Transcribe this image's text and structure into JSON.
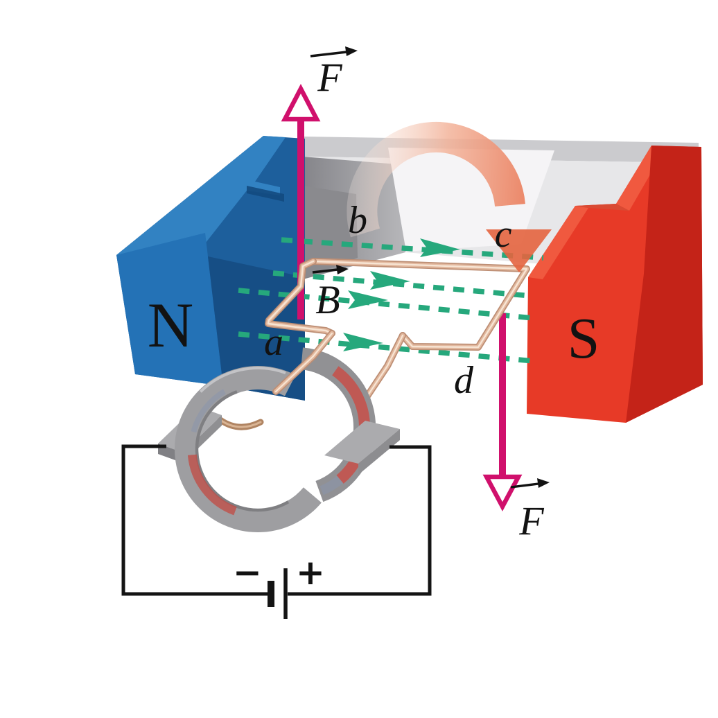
{
  "labels": {
    "pole_left": "N",
    "pole_right": "S",
    "force_up": "F",
    "force_down": "F",
    "field": "B",
    "corner_a": "a",
    "corner_b": "b",
    "corner_c": "c",
    "corner_d": "d",
    "battery_minus": "−",
    "battery_plus": "+"
  },
  "field_lines": {
    "count": 4,
    "direction": "left-to-right"
  },
  "arrows": {
    "force_up_direction": "up",
    "force_down_direction": "down",
    "rotation_direction": "clockwise"
  },
  "colors": {
    "magnet-n-front": "#2472b6",
    "magnet-n-top": "#3282c2",
    "magnet-n-base": "#1d5f9c",
    "magnet-n-dark": "#164e85",
    "magnet-s-front": "#e73a27",
    "magnet-s-top": "#f0593f",
    "magnet-s-dark": "#c42318",
    "field-green": "#26a87c",
    "force-magenta": "#d0106c",
    "rotation-orange": "#e87250",
    "copper-mid": "#e2b89e",
    "copper-dark": "#bd8e74",
    "copper-hi": "#f7e5d4",
    "slab-gray": "#e7e7e9",
    "slab-top": "#cbcbce",
    "commutator-gray": "#9e9ea1",
    "wire-black": "#141414"
  }
}
